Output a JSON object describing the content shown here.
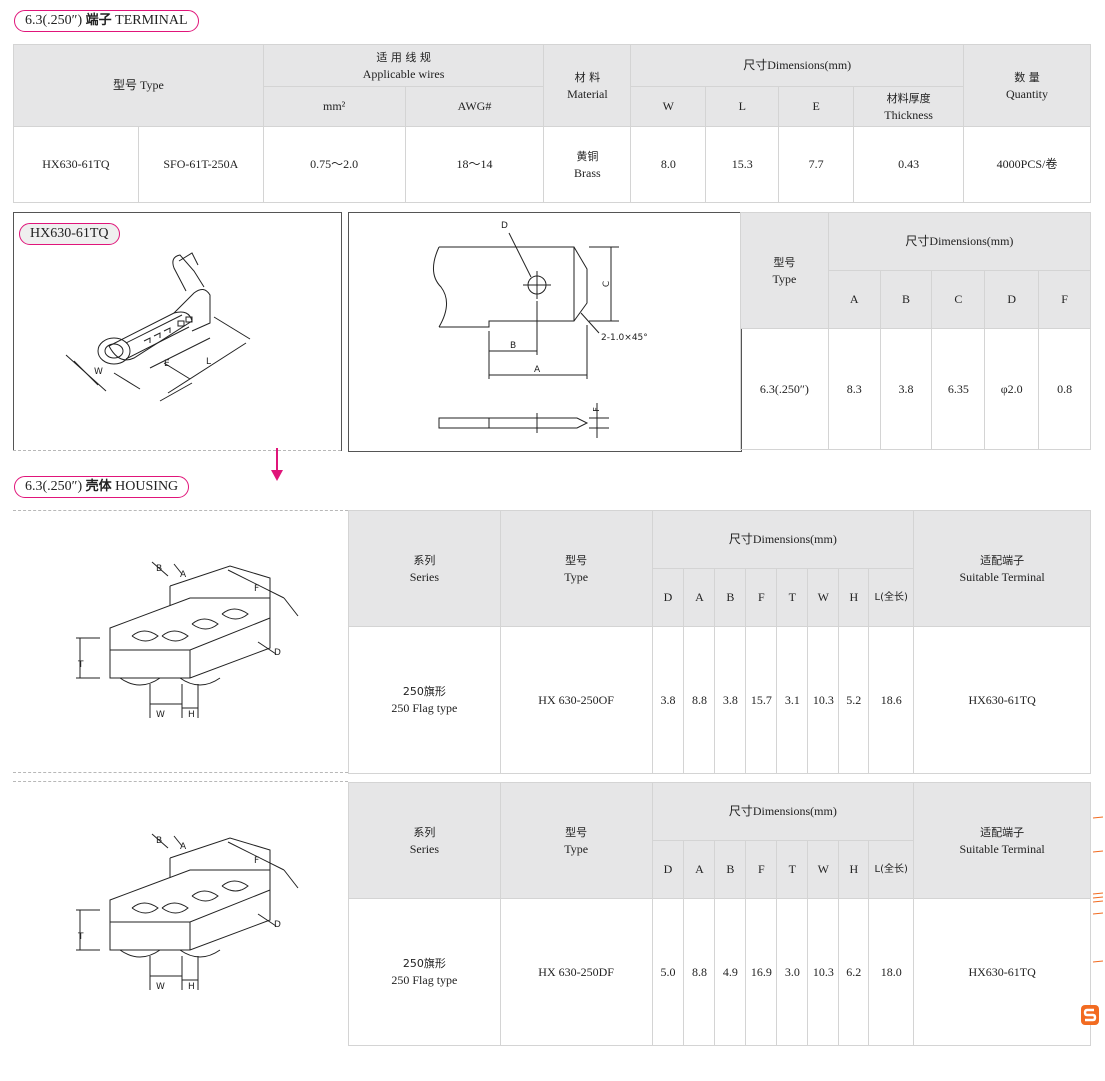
{
  "terminal_section": {
    "title_prefix": "6.3(.250″)",
    "title_cn": "端子",
    "title_en": "TERMINAL",
    "table": {
      "type_header": "型号 Type",
      "wires_header_cn": "适 用 线 规",
      "wires_header_en": "Applicable wires",
      "mm_header": "mm²",
      "awg_header": "AWG#",
      "material_header_cn": "材 料",
      "material_header_en": "Material",
      "dims_header": "尺寸Dimensions(mm)",
      "w_header": "W",
      "l_header": "L",
      "e_header": "E",
      "thickness_header_cn": "材料厚度",
      "thickness_header_en": "Thickness",
      "quantity_header_cn": "数 量",
      "quantity_header_en": "Quantity",
      "row": {
        "type1": "HX630-61TQ",
        "type2": "SFO-61T-250A",
        "mm2": "0.75～2.0",
        "awg": "18～14",
        "material_cn": "黄铜",
        "material_en": "Brass",
        "w": "8.0",
        "l": "15.3",
        "e": "7.7",
        "thickness": "0.43",
        "quantity": "4000PCS/卷"
      }
    }
  },
  "terminal_drawing": {
    "model_label": "HX630-61TQ",
    "dim_w": "W",
    "dim_e": "E",
    "dim_l": "L"
  },
  "terminal_dims_drawing": {
    "d": "D",
    "c": "C",
    "b": "B",
    "a": "A",
    "f": "F",
    "chamfer": "2-1.0×45°"
  },
  "terminal_dims_table": {
    "type_cn": "型号",
    "type_en": "Type",
    "dims_header": "尺寸Dimensions(mm)",
    "cols": [
      "A",
      "B",
      "C",
      "D",
      "F"
    ],
    "row_type": "6.3(.250″)",
    "values": [
      "8.3",
      "3.8",
      "6.35",
      "φ2.0",
      "0.8"
    ]
  },
  "housing_section": {
    "title_prefix": "6.3(.250″)",
    "title_cn": "壳体",
    "title_en": "HOUSING"
  },
  "housing_drawing_labels": {
    "b": "B",
    "a": "A",
    "f": "F",
    "d": "D",
    "t": "T",
    "w": "W",
    "h": "H"
  },
  "housing_tables": [
    {
      "series_cn": "系列",
      "series_en": "Series",
      "type_cn": "型号",
      "type_en": "Type",
      "dims_header": "尺寸Dimensions(mm)",
      "cols": [
        "D",
        "A",
        "B",
        "F",
        "T",
        "W",
        "H",
        "L(全长)"
      ],
      "terminal_cn": "适配端子",
      "terminal_en": "Suitable Terminal",
      "row_series_cn": "250旗形",
      "row_series_en": "250 Flag type",
      "row_type": "HX 630-250OF",
      "values": [
        "3.8",
        "8.8",
        "3.8",
        "15.7",
        "3.1",
        "10.3",
        "5.2",
        "18.6"
      ],
      "row_terminal": "HX630-61TQ"
    },
    {
      "series_cn": "系列",
      "series_en": "Series",
      "type_cn": "型号",
      "type_en": "Type",
      "dims_header": "尺寸Dimensions(mm)",
      "cols": [
        "D",
        "A",
        "B",
        "F",
        "T",
        "W",
        "H",
        "L(全长)"
      ],
      "terminal_cn": "适配端子",
      "terminal_en": "Suitable Terminal",
      "row_series_cn": "250旗形",
      "row_series_en": "250 Flag type",
      "row_type": "HX 630-250DF",
      "values": [
        "5.0",
        "8.8",
        "4.9",
        "16.9",
        "3.0",
        "10.3",
        "6.2",
        "18.0"
      ],
      "row_terminal": "HX630-61TQ"
    }
  ],
  "colors": {
    "accent": "#e0157a",
    "header_bg": "#e6e6e7",
    "logo": "#f26b21"
  },
  "icons": [
    "down-arrow-icon",
    "logo-s-icon"
  ]
}
